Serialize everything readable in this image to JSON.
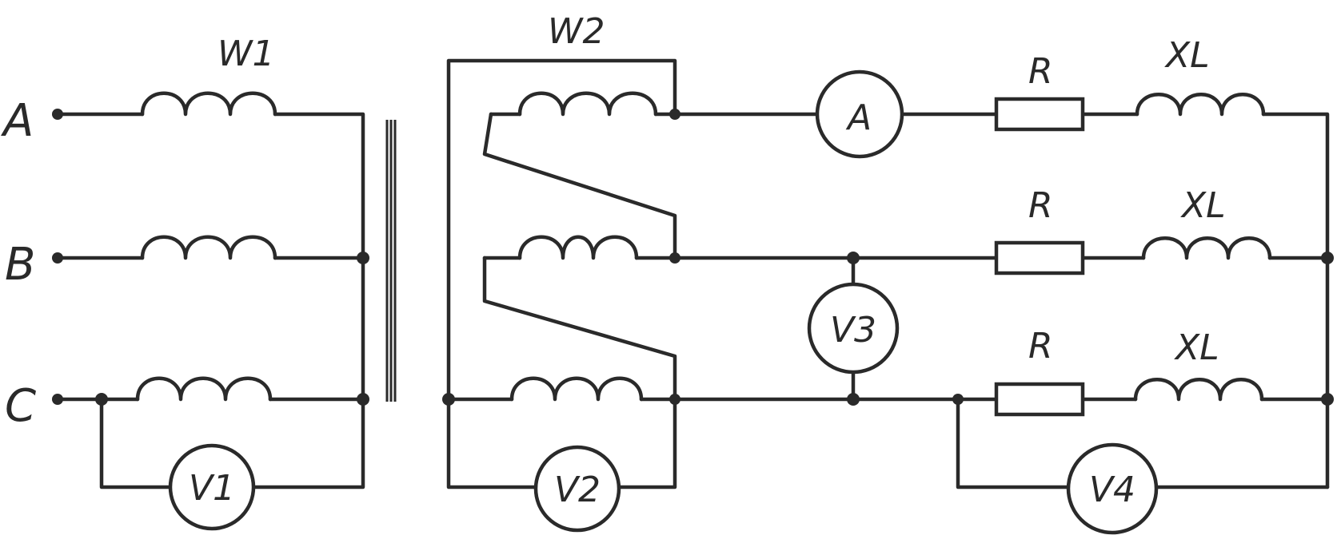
{
  "labels": {
    "phase_a": "A",
    "phase_b": "B",
    "phase_c": "C",
    "w1": "W1",
    "w2": "W2",
    "r1": "R",
    "r2": "R",
    "r3": "R",
    "xl1": "XL",
    "xl2": "XL",
    "xl3": "XL"
  },
  "meters": {
    "ammeter": "A",
    "v1": "V1",
    "v2": "V2",
    "v3": "V3",
    "v4": "V4"
  }
}
